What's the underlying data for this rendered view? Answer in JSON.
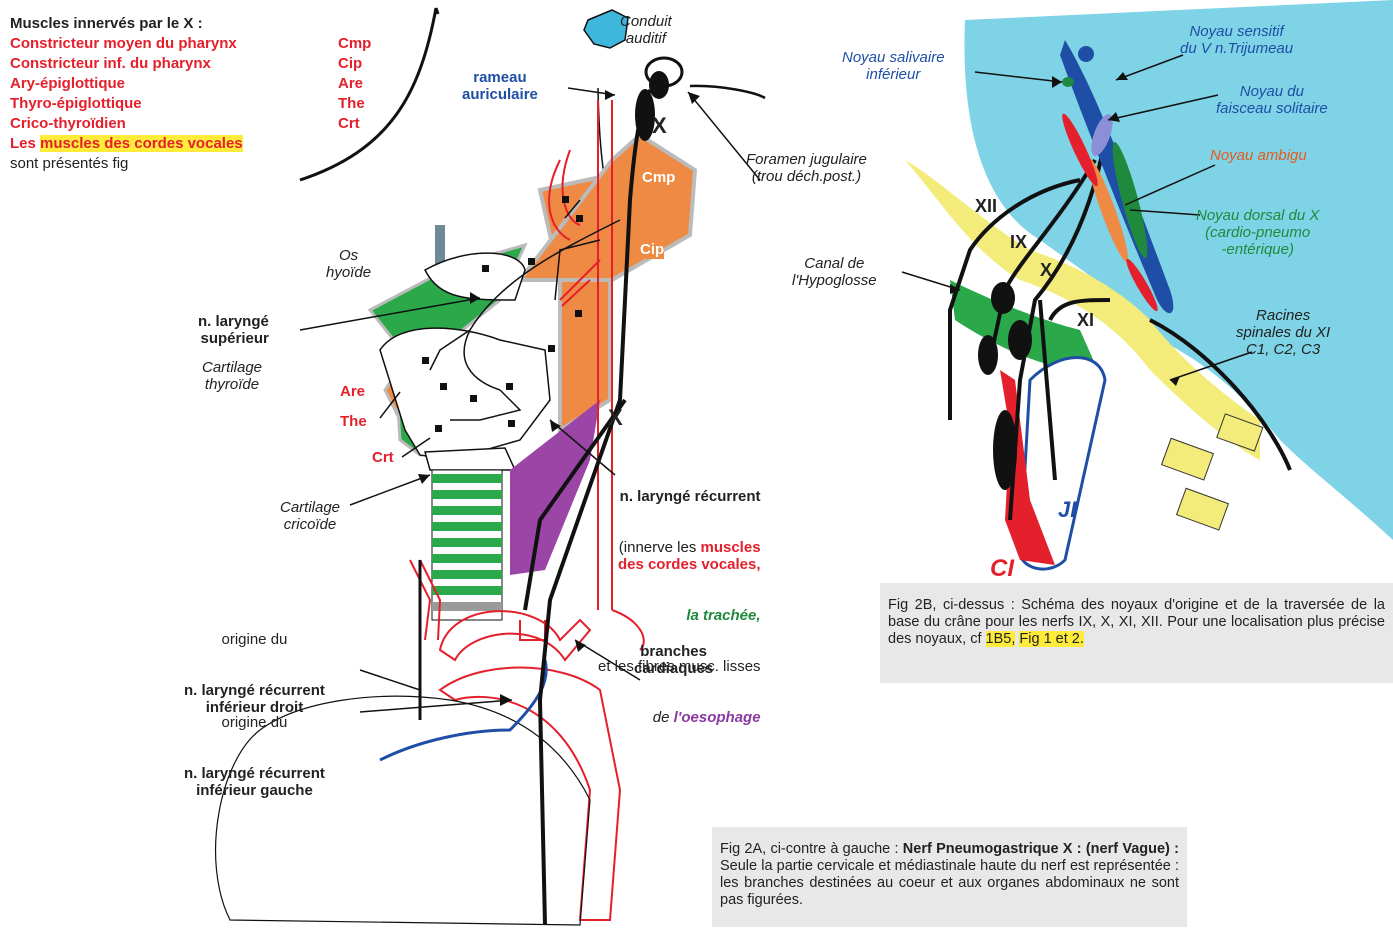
{
  "legend": {
    "title": "Muscles innervés par le X :",
    "muscles": [
      {
        "name": "Constricteur moyen du pharynx",
        "abbr": "Cmp"
      },
      {
        "name": "Constricteur inf. du pharynx",
        "abbr": "Cip"
      },
      {
        "name": "Ary-épiglottique",
        "abbr": "Are"
      },
      {
        "name": "Thyro-épiglottique",
        "abbr": "The"
      },
      {
        "name": "Crico-thyroïdien",
        "abbr": "Crt"
      }
    ],
    "vocal_prefix": "Les ",
    "vocal_highlight": "muscles des cordes vocales",
    "vocal_suffix": "sont présentés fig"
  },
  "fig2a": {
    "conduit": "Conduit\nauditif",
    "rameau": "rameau\nauriculaire",
    "x_upper": "X",
    "x_lower": "X",
    "foramen": "Foramen jugulaire\n(trou déch.post.)",
    "cmp": "Cmp",
    "cip": "Cip",
    "os_hyoide": "Os\nhyoïde",
    "larynge_sup": "n. laryngé\nsupérieur",
    "cartilage_thyroide": "Cartilage\nthyroïde",
    "are": "Are",
    "the": "The",
    "crt": "Crt",
    "cartilage_cricoide": "Cartilage\ncricoïde",
    "recurrent_title": "n. laryngé récurrent",
    "recurrent_line1": "(innerve les ",
    "recurrent_muscles": "muscles\ndes cordes vocales,",
    "recurrent_trachee": "la trachée,",
    "recurrent_line3": "et les fibres musc. lisses",
    "recurrent_de": "de ",
    "recurrent_oesophage": "l'oesophage",
    "origine_droit_pre": "origine du",
    "origine_droit": "n. laryngé récurrent\ninférieur droit",
    "origine_gauche_pre": "origine du",
    "origine_gauche": "n. laryngé récurrent\ninférieur gauche",
    "branches": "branches\ncardiaques"
  },
  "fig2b": {
    "salivaire": "Noyau salivaire\ninférieur",
    "sensitif": "Noyau sensitif\ndu V n.Trijumeau",
    "solitaire": "Noyau du\nfaisceau solitaire",
    "ambigu": "Noyau ambigu",
    "dorsal": "Noyau dorsal du X\n(cardio-pneumo\n-entérique)",
    "racines": "Racines\nspinales du XI\nC1, C2, C3",
    "canal": "Canal de\nl'Hypoglosse",
    "xii": "XII",
    "ix": "IX",
    "x": "X",
    "xi": "XI",
    "ji": "JI",
    "ci": "CI"
  },
  "caption_2b": {
    "text": "Fig 2B, ci-dessus : Schéma des noyaux d'origine et de la traversée de la base du crâne pour les nerfs IX, X, XI, XII. Pour une localisation plus précise des noyaux, cf ",
    "ref1": "1B5,",
    "ref2": "Fig 1 et 2."
  },
  "caption_2a": {
    "prefix": "Fig 2A, ci-contre à gauche : ",
    "bold": "Nerf Pneumogastrique X : (nerf Vague) :",
    "text": " Seule la partie cervicale et médiastinale haute du nerf est représentée : les branches destinées au coeur et aux organes abdominaux ne sont pas figurées."
  },
  "colors": {
    "red": "#e4202c",
    "blue": "#1f4ea6",
    "green": "#1f8a3d",
    "orange_muscle": "#ef8a45",
    "green_muscle": "#2aa84a",
    "light_blue": "#7fd3e6",
    "yellow": "#f4ec7a",
    "purple": "#9b46a6"
  }
}
